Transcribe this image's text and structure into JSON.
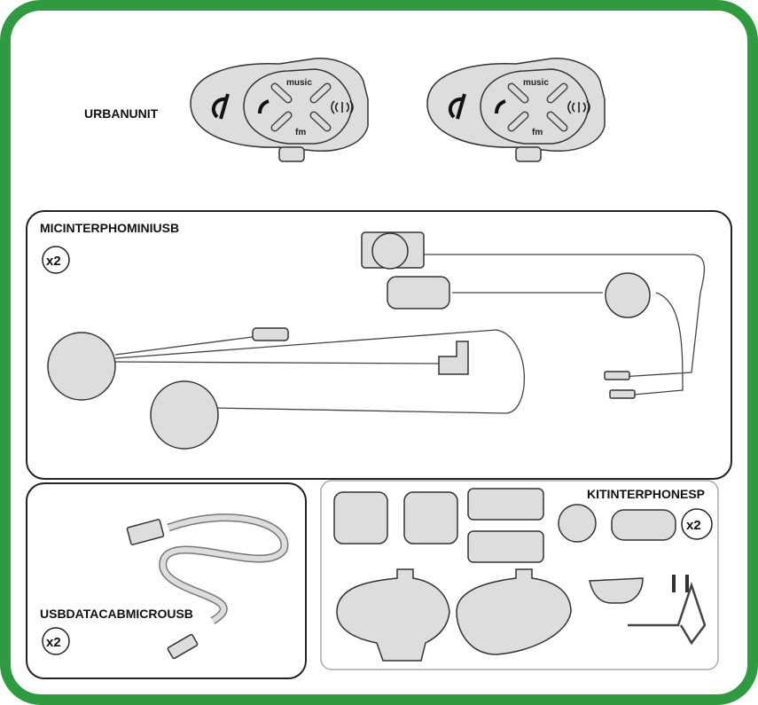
{
  "frame": {
    "border_color": "#2f9a3f"
  },
  "urbanunit": {
    "label": "URBANUNIT",
    "units": [
      {
        "top_label": "music",
        "bottom_label": "fm"
      },
      {
        "top_label": "music",
        "bottom_label": "fm"
      }
    ]
  },
  "micinterphone": {
    "label": "MICINTERPHOMINIUSB",
    "quantity": "x2"
  },
  "usbcable": {
    "label": "USBDATACABMICROUSB",
    "quantity": "x2"
  },
  "kit": {
    "label": "KITINTERPHONESP",
    "quantity": "x2"
  }
}
